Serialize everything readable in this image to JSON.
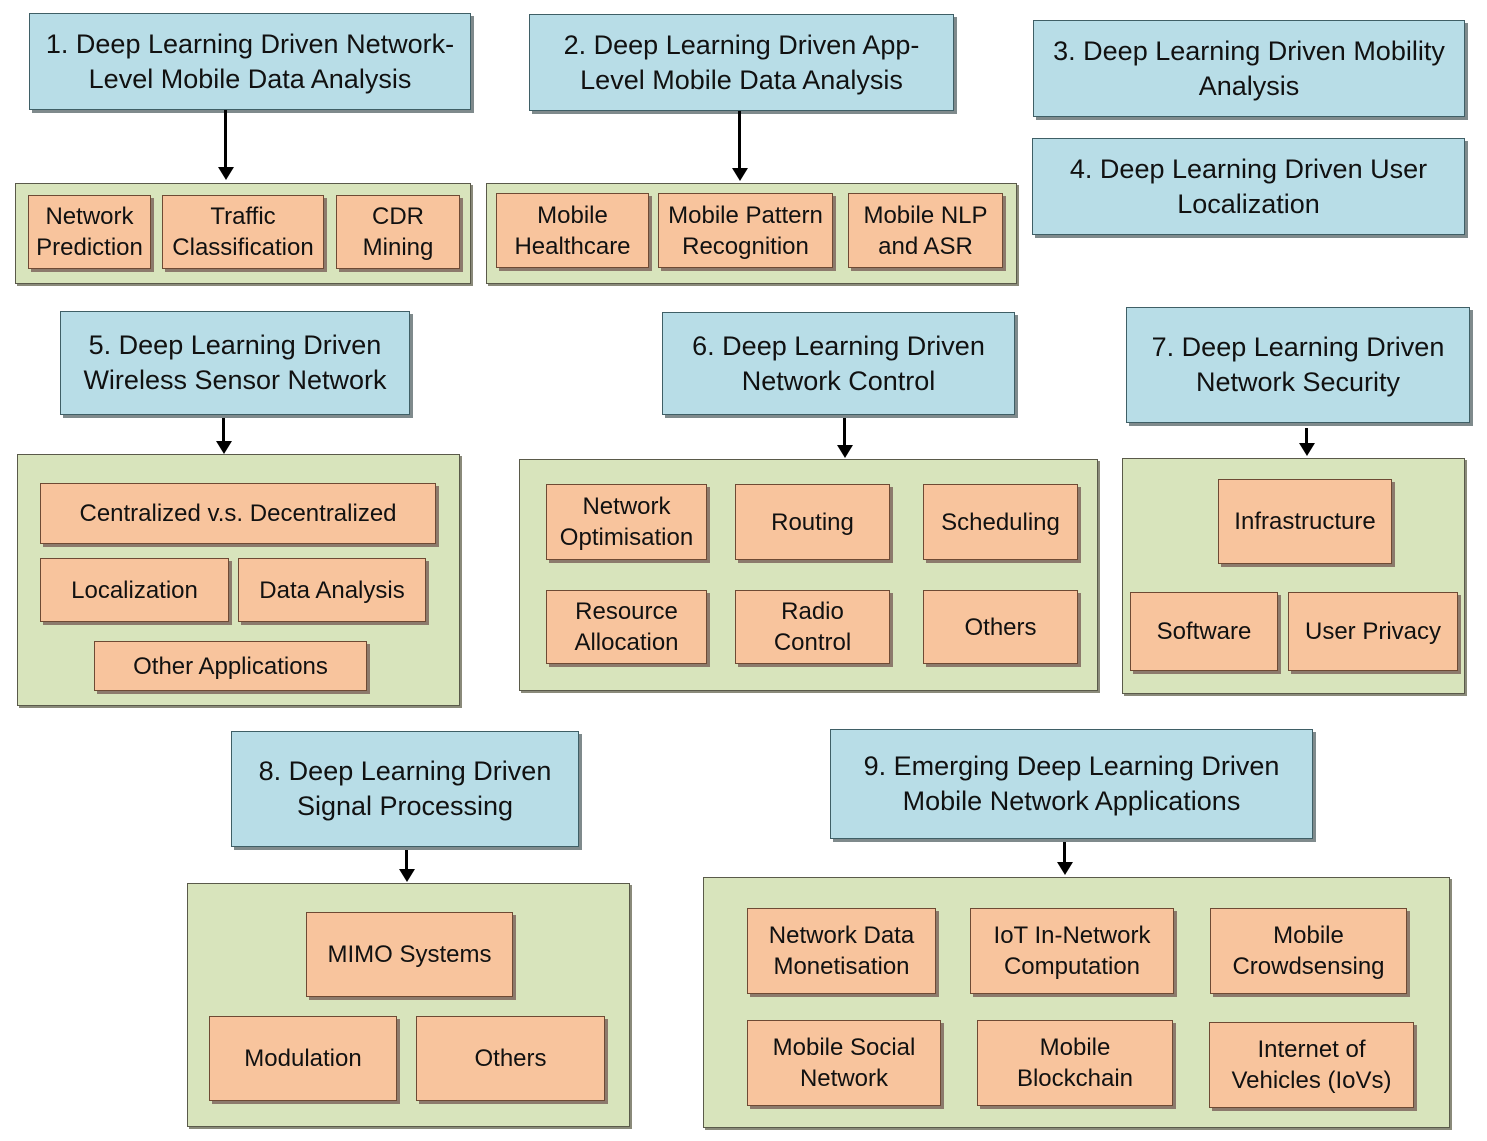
{
  "sections": [
    {
      "title": "1. Deep Learning Driven Network-\nLevel Mobile Data Analysis",
      "items": [
        "Network\nPrediction",
        "Traffic\nClassification",
        "CDR\nMining"
      ]
    },
    {
      "title": "2. Deep Learning Driven App-\nLevel Mobile Data Analysis",
      "items": [
        "Mobile\nHealthcare",
        "Mobile Pattern\nRecognition",
        "Mobile NLP\nand ASR"
      ]
    },
    {
      "title": "3. Deep Learning Driven Mobility\nAnalysis",
      "items": []
    },
    {
      "title": "4. Deep Learning Driven User\nLocalization",
      "items": []
    },
    {
      "title": "5. Deep Learning Driven\nWireless Sensor Network",
      "items": [
        "Centralized v.s. Decentralized",
        "Localization",
        "Data Analysis",
        "Other Applications"
      ]
    },
    {
      "title": "6. Deep Learning Driven\nNetwork Control",
      "items": [
        "Network\nOptimisation",
        "Routing",
        "Scheduling",
        "Resource\nAllocation",
        "Radio\nControl",
        "Others"
      ]
    },
    {
      "title": "7. Deep Learning Driven\nNetwork Security",
      "items": [
        "Infrastructure",
        "Software",
        "User Privacy"
      ]
    },
    {
      "title": "8. Deep Learning Driven\nSignal Processing",
      "items": [
        "MIMO Systems",
        "Modulation",
        "Others"
      ]
    },
    {
      "title": "9. Emerging Deep Learning Driven\nMobile Network Applications",
      "items": [
        "Network Data\nMonetisation",
        "IoT In-Network\nComputation",
        "Mobile\nCrowdsensing",
        "Mobile Social\nNetwork",
        "Mobile\nBlockchain",
        "Internet of\nVehicles (IoVs)"
      ]
    }
  ],
  "colors": {
    "header_fill": "#b8dde7",
    "group_fill": "#d8e4bc",
    "leaf_fill": "#f8c49d"
  }
}
